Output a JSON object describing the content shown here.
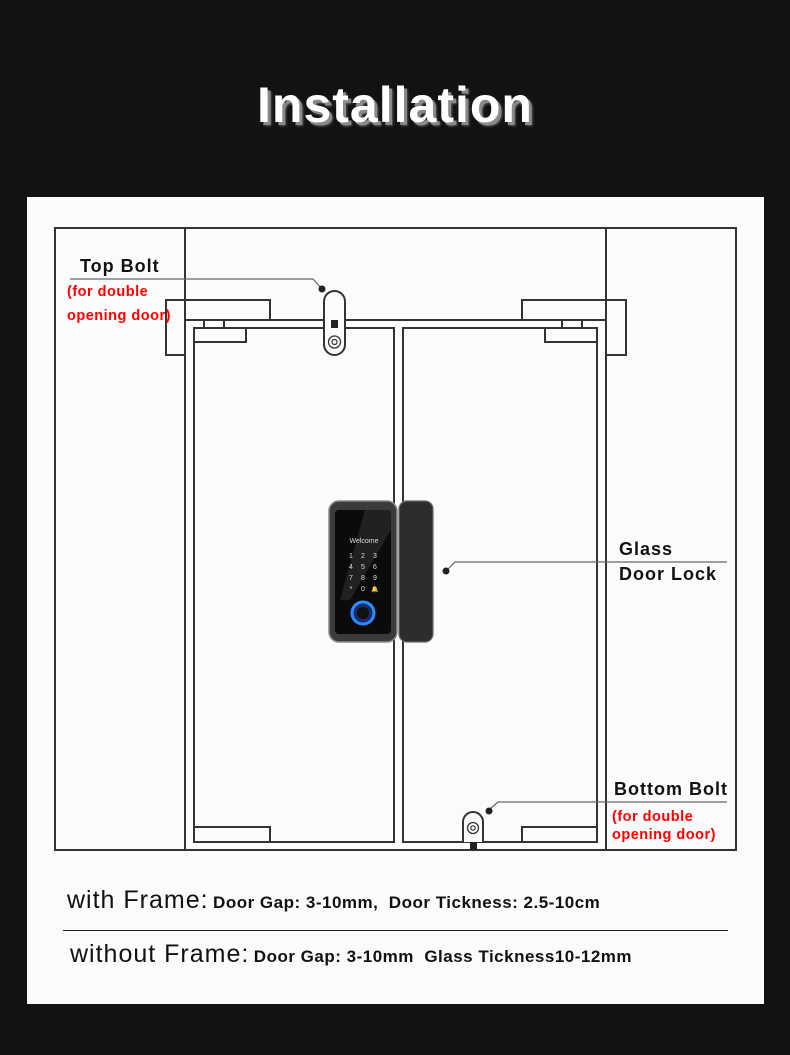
{
  "title": "Installation",
  "labels": {
    "top_bolt": "Top Bolt",
    "top_bolt_note_1": "(for double",
    "top_bolt_note_2": "opening door)",
    "lock_1": "Glass",
    "lock_2": "Door Lock",
    "bottom_bolt": "Bottom Bolt",
    "bottom_bolt_note_1": "(for double",
    "bottom_bolt_note_2": "opening door)"
  },
  "lock_screen": {
    "welcome": "Welcome",
    "keys": [
      "1",
      "2",
      "3",
      "4",
      "5",
      "6",
      "7",
      "8",
      "9",
      "*",
      "0",
      "🔔"
    ]
  },
  "specs": [
    {
      "heading": "with Frame:",
      "detail": "Door Gap: 3-10mm,  Door Tickness: 2.5-10cm"
    },
    {
      "heading": "without Frame:",
      "detail": "Door Gap: 3-10mm  Glass Tickness10-12mm"
    }
  ]
}
